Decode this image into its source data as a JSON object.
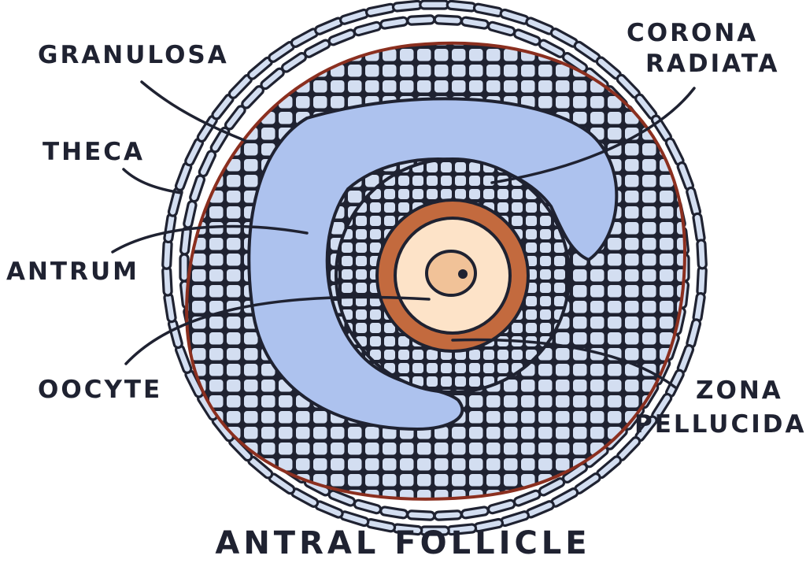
{
  "diagram": {
    "title": "ANTRAL FOLLICLE",
    "labels": {
      "granulosa": "GRANULOSA",
      "theca": "THECA",
      "antrum": "ANTRUM",
      "oocyte": "OOCYTE",
      "corona_line1": "CORONA",
      "corona_line2": "RADIATA",
      "zona_line1": "ZONA",
      "zona_line2": "PELLUCIDA"
    },
    "colors": {
      "ink": "#1f2231",
      "cell_fill": "#d3def1",
      "antrum": "#adc2ee",
      "zona_pellucida": "#c36a3e",
      "oocyte": "#fde3c8",
      "nucleus": "#f1c298",
      "basement_membrane": "#8b2f1f",
      "background": "#ffffff"
    }
  }
}
